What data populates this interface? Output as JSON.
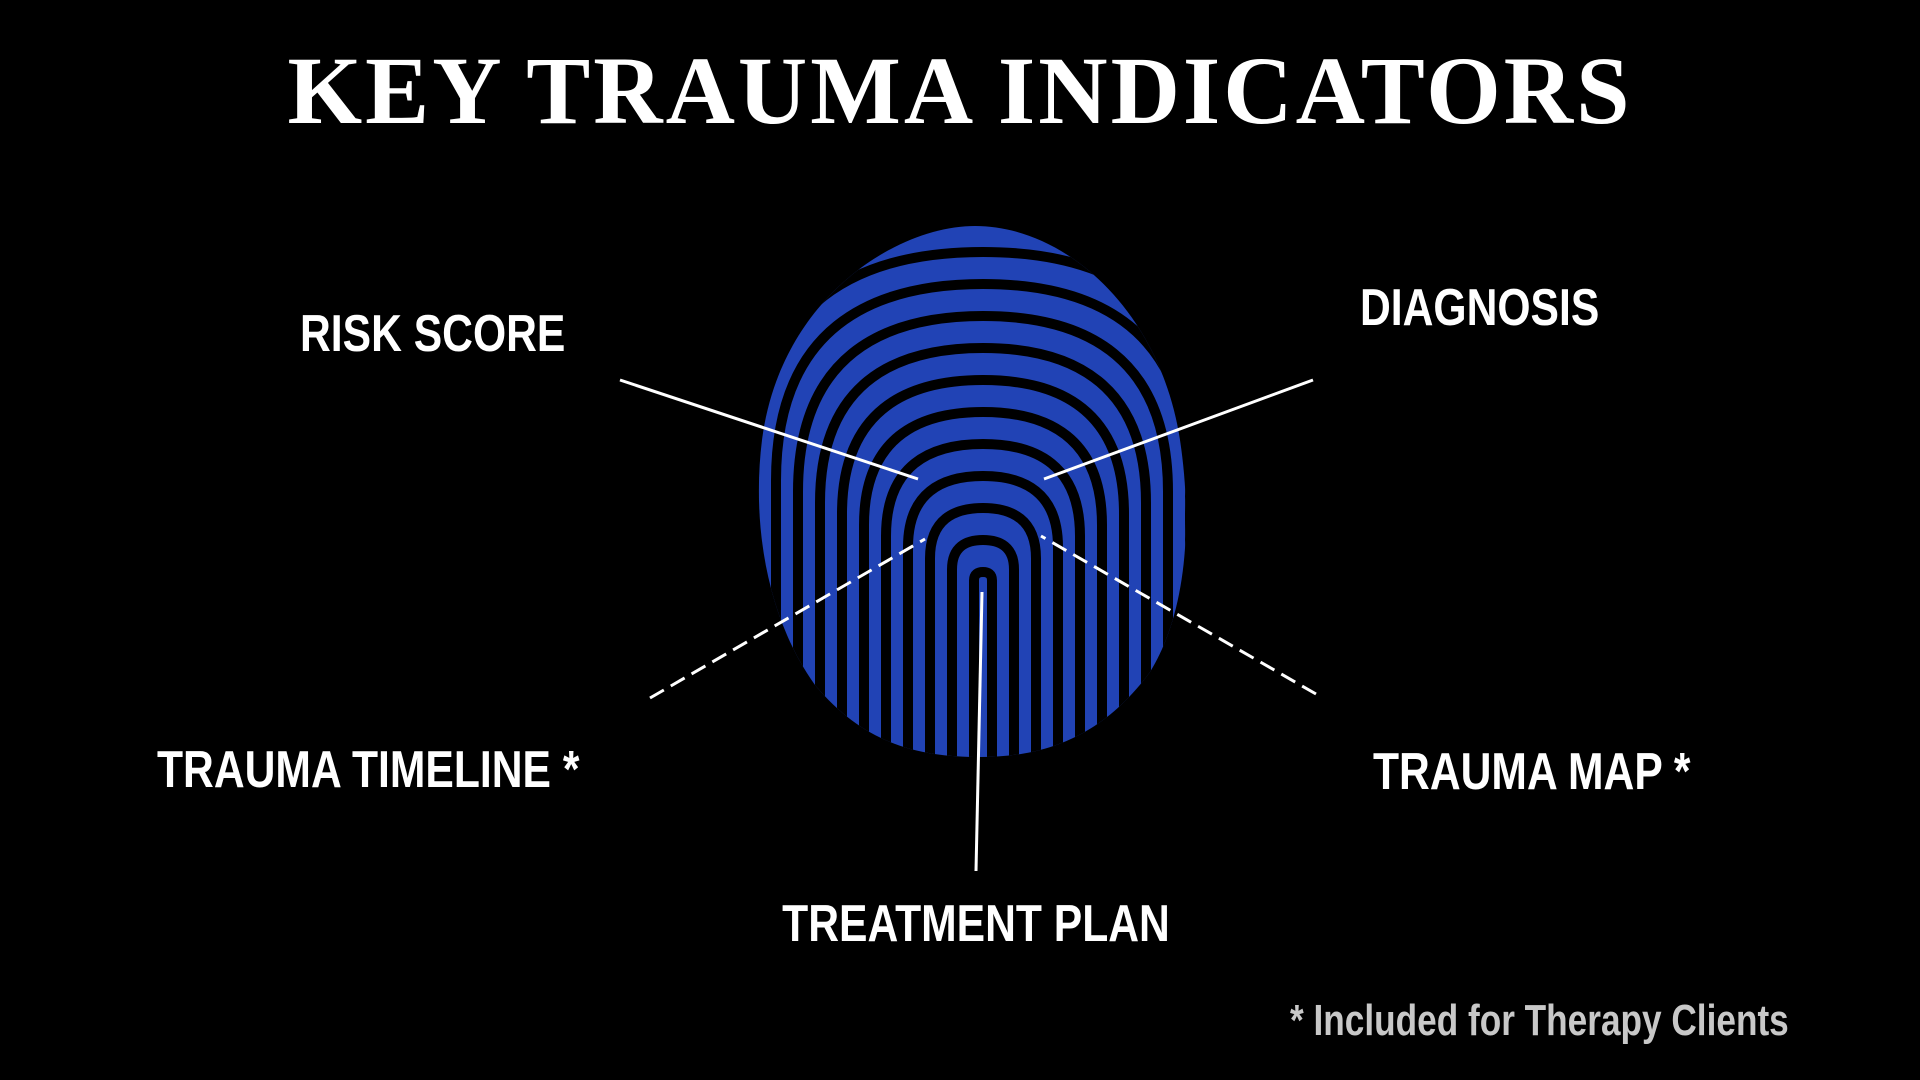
{
  "title": "KEY TRAUMA INDICATORS",
  "icon": "fingerprint-icon",
  "colors": {
    "background": "#000000",
    "fingerprint": "#2143b5",
    "text": "#ffffff",
    "footnote": "#c8c8c8"
  },
  "indicators": {
    "risk_score": "RISK SCORE",
    "diagnosis": "DIAGNOSIS",
    "trauma_timeline": "TRAUMA TIMELINE *",
    "trauma_map": "TRAUMA MAP *",
    "treatment_plan": "TREATMENT PLAN"
  },
  "footnote": "* Included for Therapy Clients"
}
